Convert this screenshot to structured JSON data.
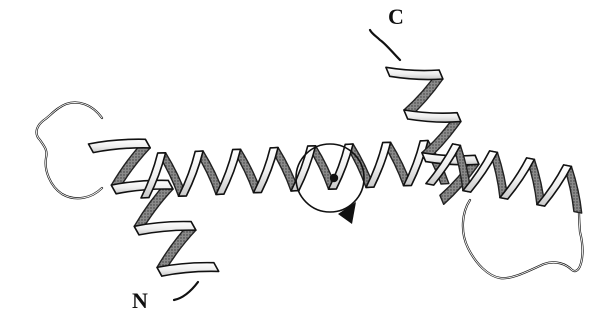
{
  "labels": {
    "n_terminus": "N",
    "c_terminus": "C"
  },
  "colors": {
    "ribbon_front": "#f2f2f2",
    "ribbon_back": "#6f6f6f",
    "outline": "#111111",
    "background": "#ffffff"
  },
  "icons": {
    "rotation_axis": "circle-with-dot",
    "rotation_direction": "arrowhead"
  }
}
